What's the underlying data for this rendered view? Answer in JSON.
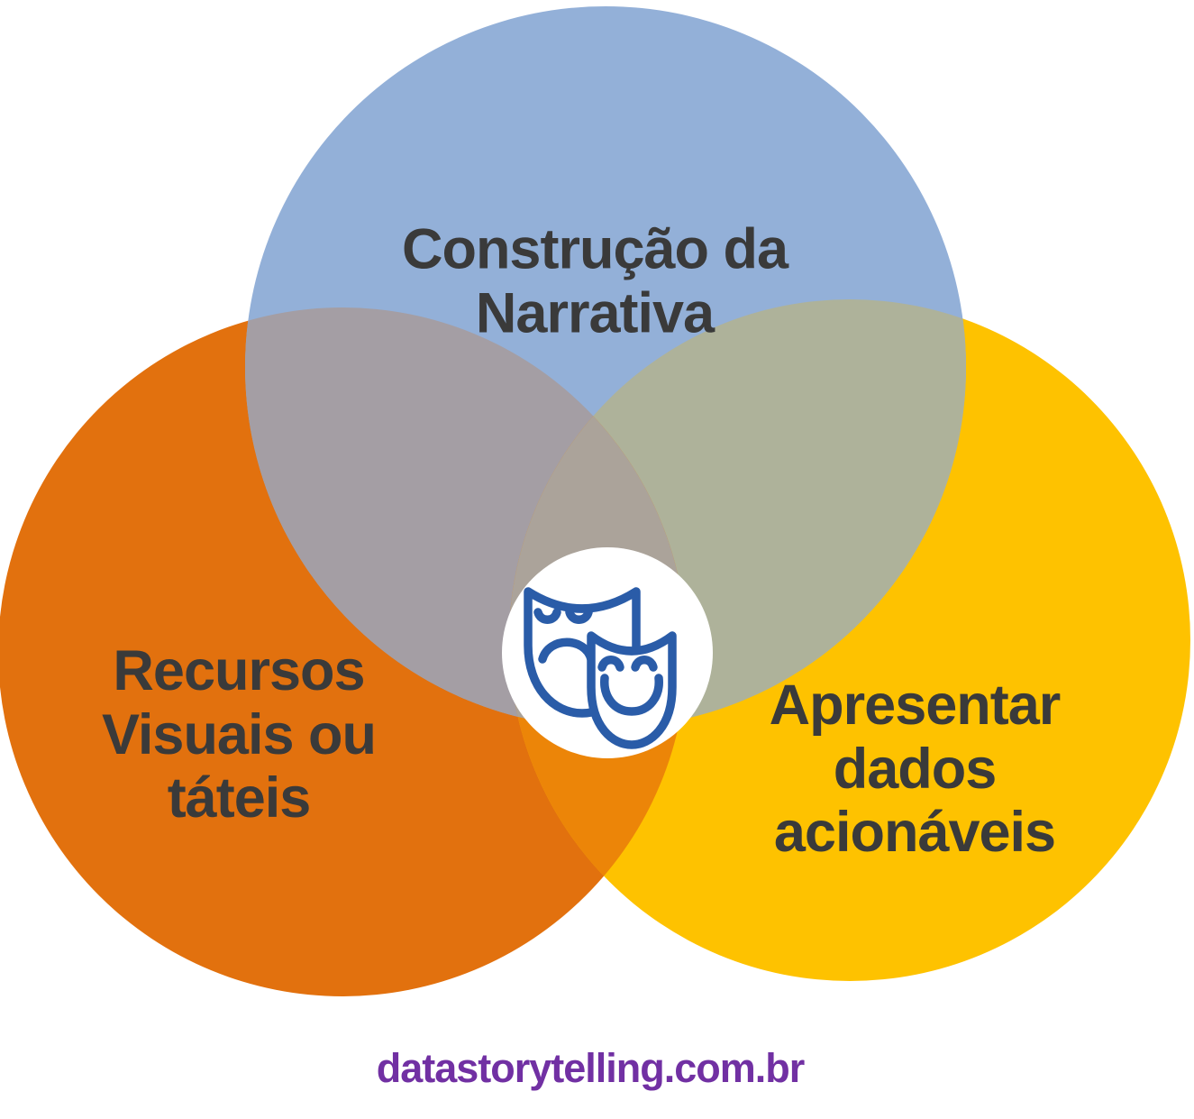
{
  "venn": {
    "circles": [
      {
        "id": "narrative",
        "label": "Construção da\nNarrativa",
        "color": "#93B0D8"
      },
      {
        "id": "visual-resources",
        "label": "Recursos\nVisuais ou\ntáteis",
        "color": "#E2710E"
      },
      {
        "id": "actionable-data",
        "label": "Apresentar\ndados\nacionáveis",
        "color": "#FEC200"
      }
    ],
    "overlaps": {
      "narrative_visual": "#A49EA4",
      "narrative_data": "#AEB29A",
      "visual_data": "#EC8508",
      "all_three": "#ABA39A"
    },
    "center": {
      "icon": "theater-masks-icon",
      "icon_color": "#2A5CA8",
      "background": "#FFFFFF"
    },
    "label_color": "#3A3A3A"
  },
  "footer": {
    "url": "datastorytelling.com.br",
    "color": "#7130A3"
  }
}
